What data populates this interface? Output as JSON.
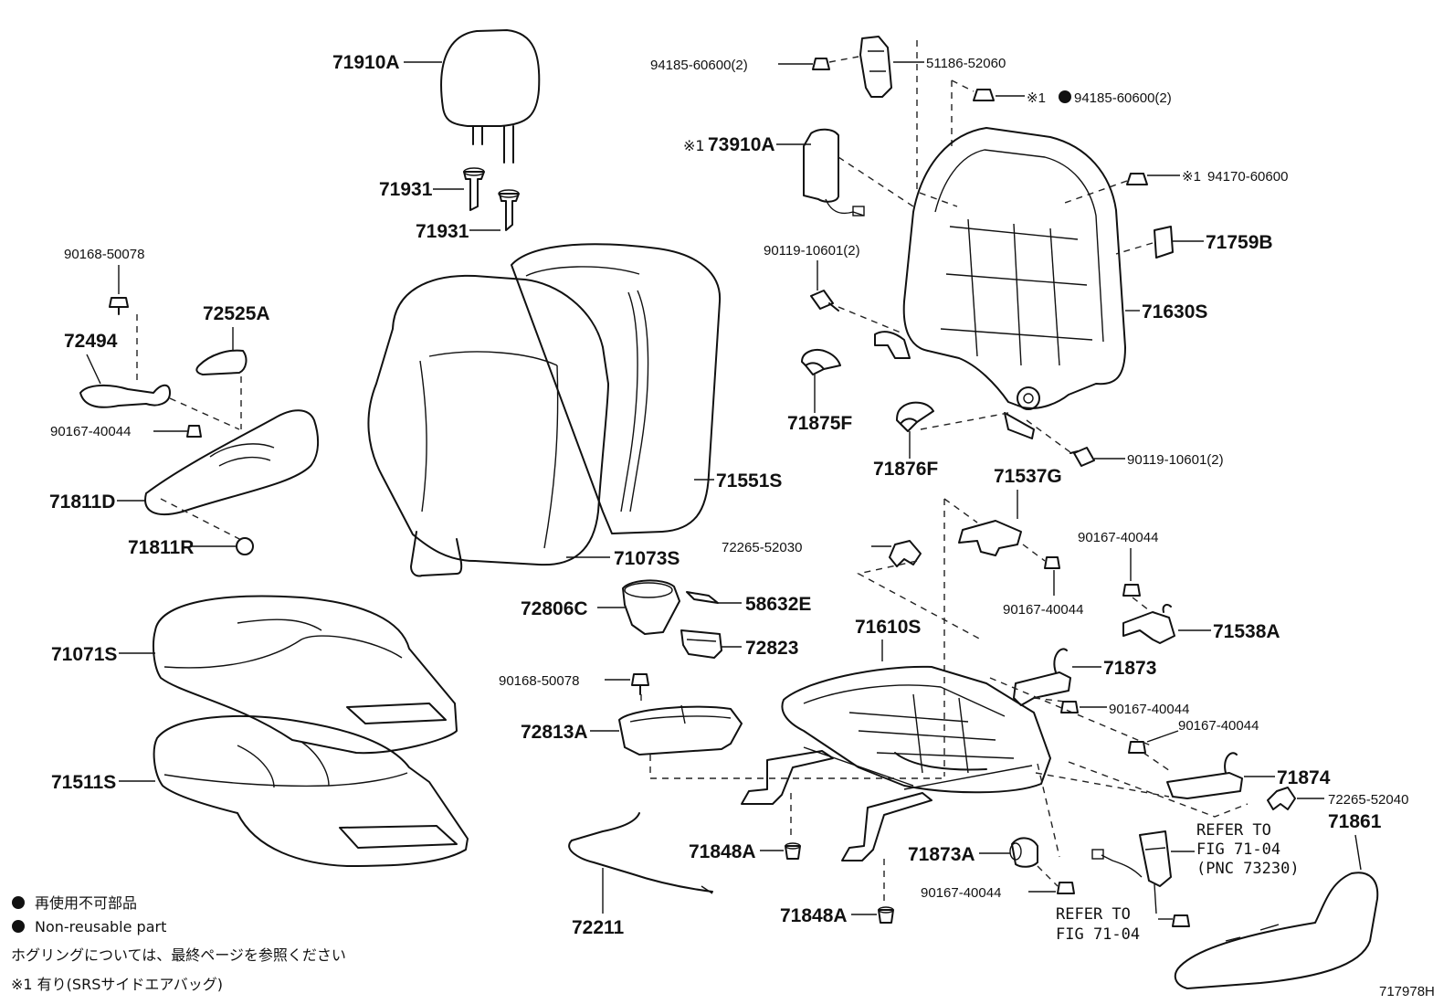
{
  "labels": {
    "p71910A": "71910A",
    "p71931a": "71931",
    "p71931b": "71931",
    "p90168_50078a": "90168-50078",
    "p72525A": "72525A",
    "p72494": "72494",
    "p90167_40044a": "90167-40044",
    "p71811D": "71811D",
    "p71811R": "71811R",
    "p71551S": "71551S",
    "p71073S": "71073S",
    "p71071S": "71071S",
    "p71511S": "71511S",
    "p94185_60600a": "94185-60600(2)",
    "p51186_52060": "51186-52060",
    "p94185_60600b_prefix": "※1",
    "p94185_60600b": "94185-60600(2)",
    "p73910A_prefix": "※1",
    "p73910A": "73910A",
    "p94170_60600_prefix": "※1",
    "p94170_60600": "94170-60600",
    "p90119_10601a": "90119-10601(2)",
    "p71759B": "71759B",
    "p71630S": "71630S",
    "p71875F": "71875F",
    "p71876F": "71876F",
    "p90119_10601b": "90119-10601(2)",
    "p71537G": "71537G",
    "p72265_52030": "72265-52030",
    "p90167_40044b": "90167-40044",
    "p90167_40044c": "90167-40044",
    "p71538A": "71538A",
    "p72806C": "72806C",
    "p58632E": "58632E",
    "p72823": "72823",
    "p71610S": "71610S",
    "p71873": "71873",
    "p90168_50078b": "90168-50078",
    "p90167_40044d": "90167-40044",
    "p72813A": "72813A",
    "p90167_40044e": "90167-40044",
    "p71874": "71874",
    "p72265_52040": "72265-52040",
    "p71861": "71861",
    "p71848Aa": "71848A",
    "p71873A": "71873A",
    "p90167_40044f": "90167-40044",
    "p71848Ab": "71848A",
    "p72211": "72211"
  },
  "refs": {
    "ref1_line1": "REFER TO",
    "ref1_line2": "FIG 71-04",
    "ref1_line3": "(PNC 73230)",
    "ref2_line1": "REFER TO",
    "ref2_line2": "FIG 71-04"
  },
  "legend": {
    "non_reusable_jp": "再使用不可部品",
    "non_reusable_en": "Non-reusable part",
    "hog_ring_note": "ホグリングについては、最終ページを参照ください",
    "srs_note": "※1 有り(SRSサイドエアバッグ)"
  },
  "figure_code": "717978H"
}
